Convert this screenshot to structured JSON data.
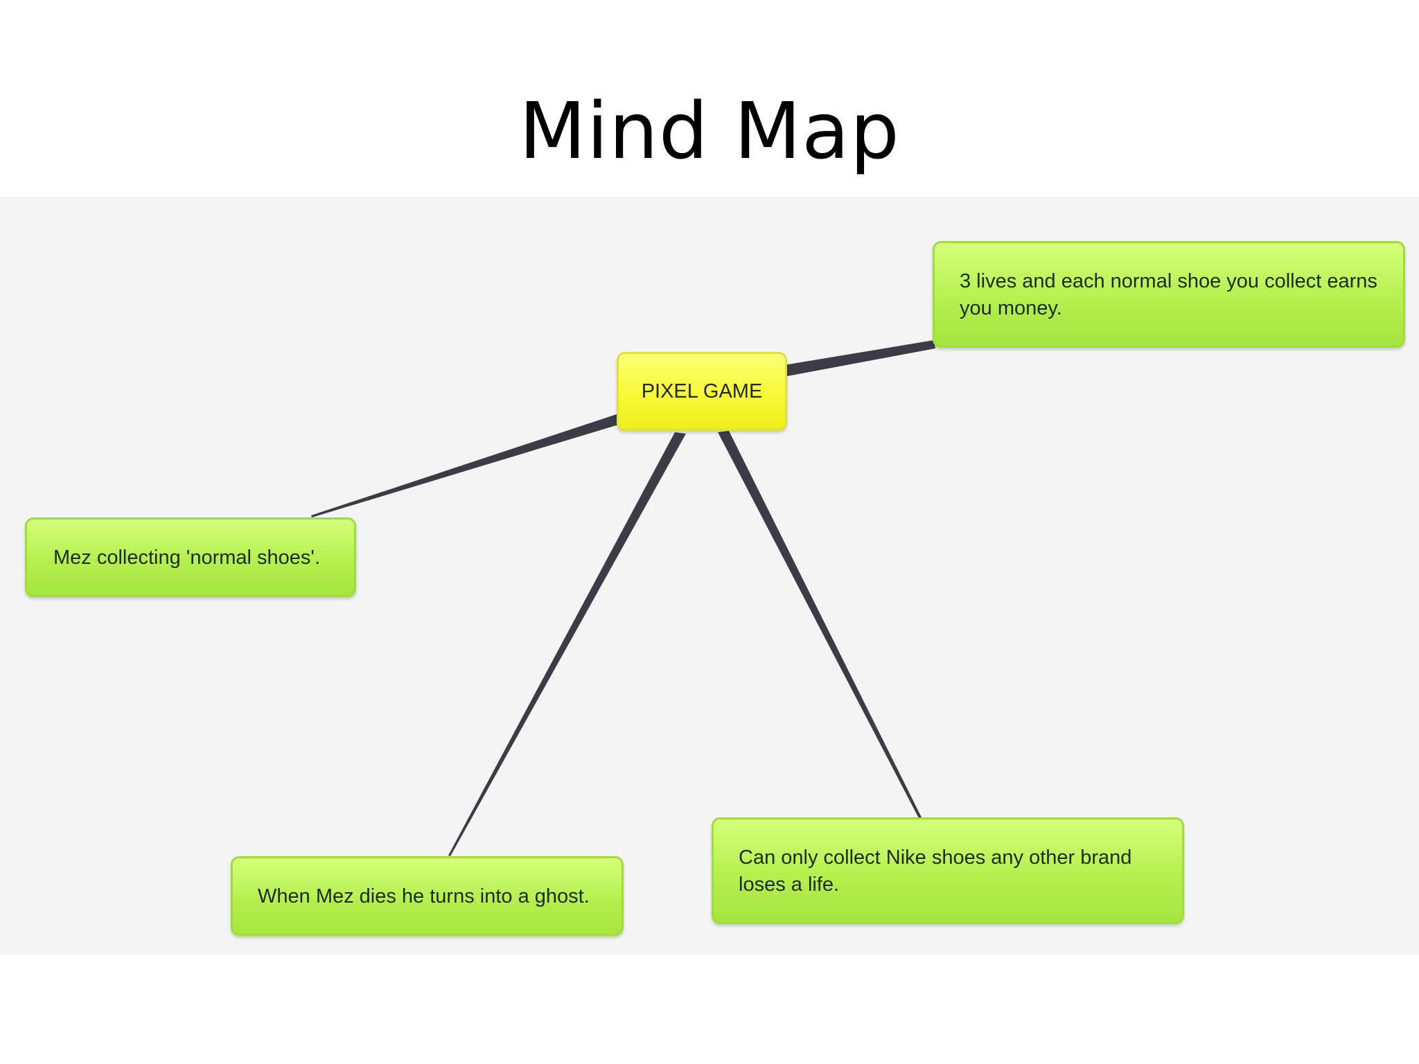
{
  "slide": {
    "title": "Mind Map"
  },
  "mindmap": {
    "root": {
      "label": "PIXEL GAME",
      "color": "#f6f832"
    },
    "branches": [
      {
        "label": "3 lives and each normal shoe you collect earns you money."
      },
      {
        "label": "Mez collecting 'normal shoes'."
      },
      {
        "label": "When Mez dies he turns into a ghost."
      },
      {
        "label": "Can only collect Nike shoes any other brand loses a life."
      }
    ],
    "colors": {
      "branch_node": "#b4f04e",
      "connector": "#3c3c46",
      "canvas_background": "#f4f4f4"
    }
  }
}
